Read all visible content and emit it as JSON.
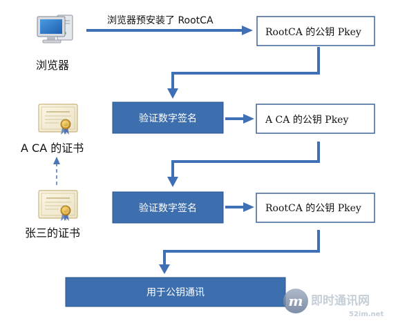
{
  "colors": {
    "blue_box": "#3d6fae",
    "arrow": "#3f6fb4",
    "box_border": "#3d6296",
    "dashed": "#4a76b8"
  },
  "icons": {
    "browser": "computer-icon",
    "certificate": "certificate-icon",
    "watermark": "m-logo-icon"
  },
  "nodes": {
    "browser_label": "浏览器",
    "ca_cert_label": "A CA 的证书",
    "zhangsan_cert_label": "张三的证书"
  },
  "edges": {
    "preinstall_label": "浏览器预安装了 RootCA"
  },
  "boxes": {
    "root_key_1": "RootCA 的公钥 Pkey",
    "verify_1": "验证数字签名",
    "aca_key": "A CA 的公钥 Pkey",
    "verify_2": "验证数字签名",
    "root_key_2": "RootCA 的公钥 Pkey",
    "use_key": "用于公钥通讯"
  },
  "watermark": {
    "title": "即时通讯网",
    "url": "52im.net"
  }
}
